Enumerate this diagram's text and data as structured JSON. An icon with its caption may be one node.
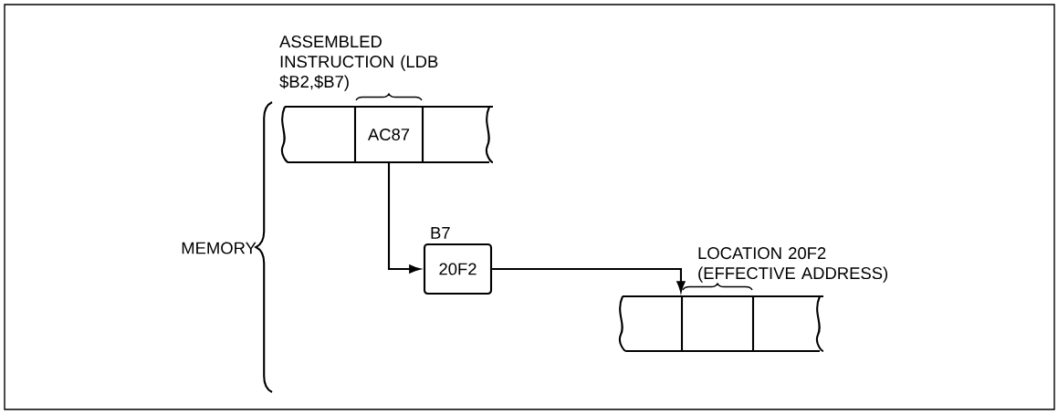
{
  "diagram": {
    "nodes": [
      {
        "text": [
          "AC87"
        ],
        "beside": [
          "ASSEMBLED INSTRUCTION (LDB $B2,$B7)"
        ]
      },
      {
        "text": [
          "20F2"
        ],
        "beside": [
          "B7"
        ]
      },
      {
        "text": [],
        "shape": "box",
        "beside": [
          "LOCATION 20F2 (EFFECTIVE ADDRESS)"
        ]
      }
    ],
    "edges": [
      {
        "from": 0,
        "to": 1,
        "arrow": "to"
      },
      {
        "from": 1,
        "to": 2,
        "arrow": "to"
      }
    ],
    "labels": [
      "MEMORY"
    ]
  }
}
